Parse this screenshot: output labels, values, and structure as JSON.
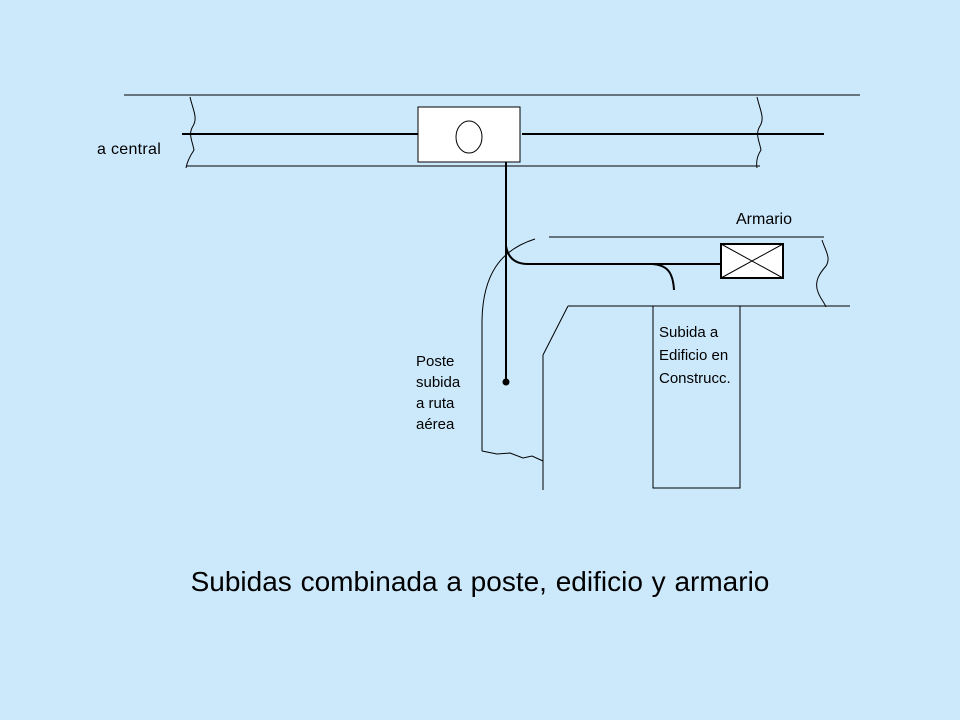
{
  "labels": {
    "central": "a central",
    "armario": "Armario",
    "poste": "Poste\nsubida\na ruta\naérea",
    "edificio": "Subida a\nEdificio en\nConstrucc."
  },
  "caption": "Subidas combinada a poste, edificio y armario",
  "colors": {
    "background": "#cce9fc",
    "line": "#000000",
    "box_fill": "#ffffff"
  }
}
